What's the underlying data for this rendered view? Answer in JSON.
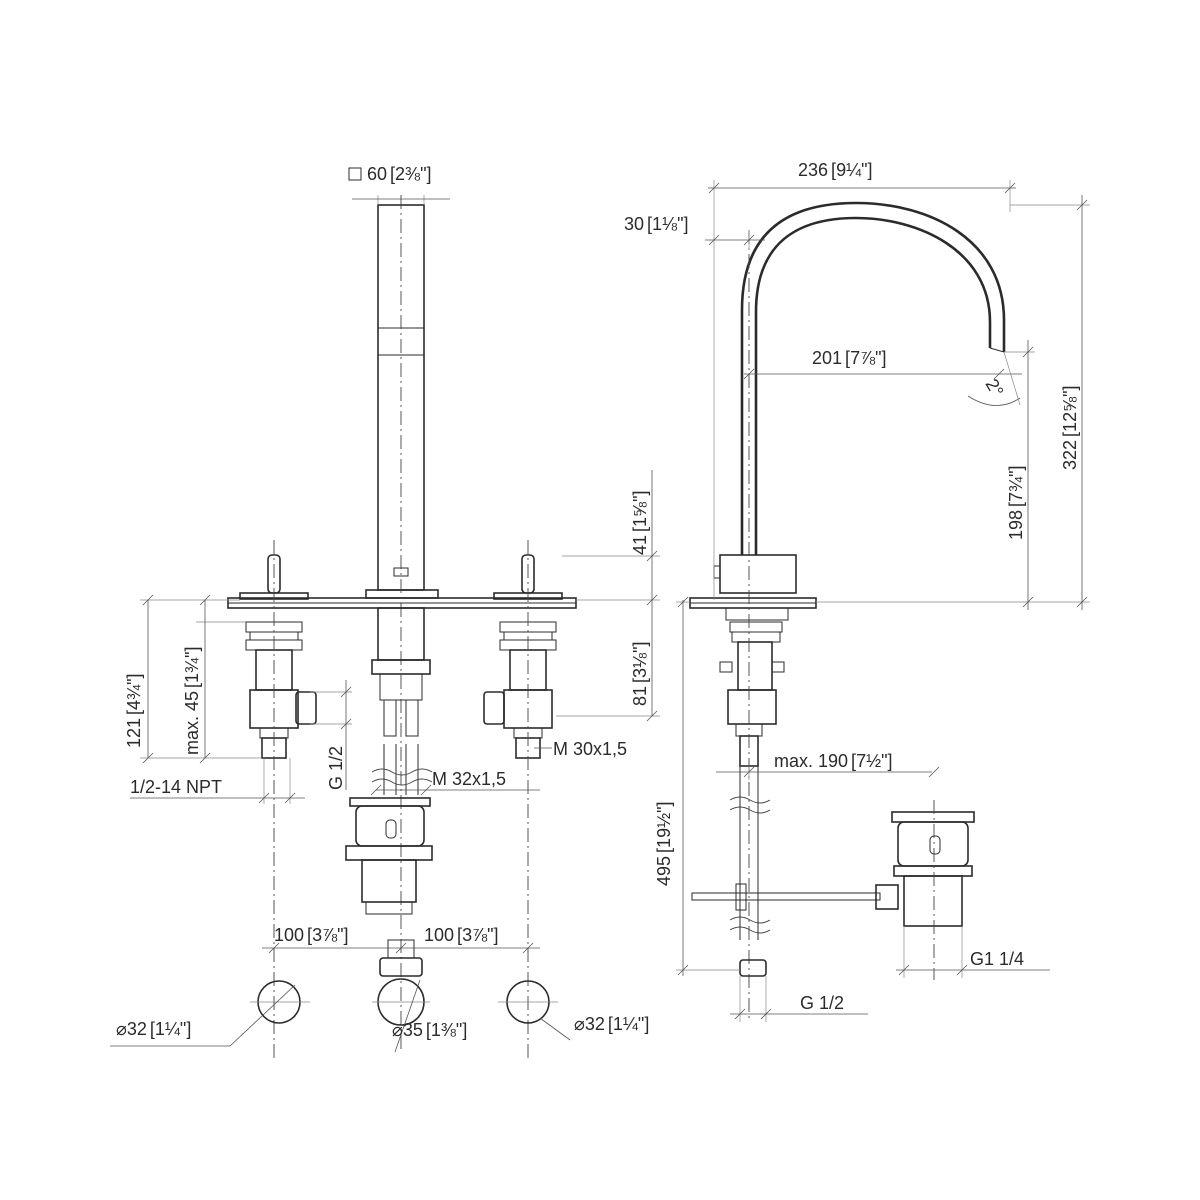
{
  "dimensions": {
    "square_size": "60",
    "square_size_in": "2⅜\"",
    "spout_reach": "236",
    "spout_reach_in": "9¼\"",
    "spout_offset": "30",
    "spout_offset_in": "1⅛\"",
    "spout_outlet_reach": "201",
    "spout_outlet_reach_in": "7⅞\"",
    "outlet_angle": "2°",
    "total_height": "322",
    "total_height_in": "12⅝\"",
    "outlet_height": "198",
    "outlet_height_in": "7¾\"",
    "lever_height": "41",
    "lever_height_in": "1⅝\"",
    "deck_thickness_max": "max. 45",
    "deck_thickness_max_in": "1¾\"",
    "valve_depth": "121",
    "valve_depth_in": "4¾\"",
    "body_depth": "81",
    "body_depth_in": "3⅛\"",
    "thread_npt": "1/2-14 NPT",
    "thread_g12_left": "G 1/2",
    "thread_m32": "M 32x1,5",
    "thread_m30": "M 30x1,5",
    "drain_reach_max": "max. 190",
    "drain_reach_max_in": "7½\"",
    "drain_length": "495",
    "drain_length_in": "19½\"",
    "thread_g114": "G1 1/4",
    "thread_g12_right": "G 1/2",
    "spacing_left": "100",
    "spacing_left_in": "3⅞\"",
    "spacing_right": "100",
    "spacing_right_in": "3⅞\"",
    "hole_left": "32",
    "hole_left_in": "1¼\"",
    "hole_center": "35",
    "hole_center_in": "1⅜\"",
    "hole_right": "32",
    "hole_right_in": "1¼\""
  }
}
